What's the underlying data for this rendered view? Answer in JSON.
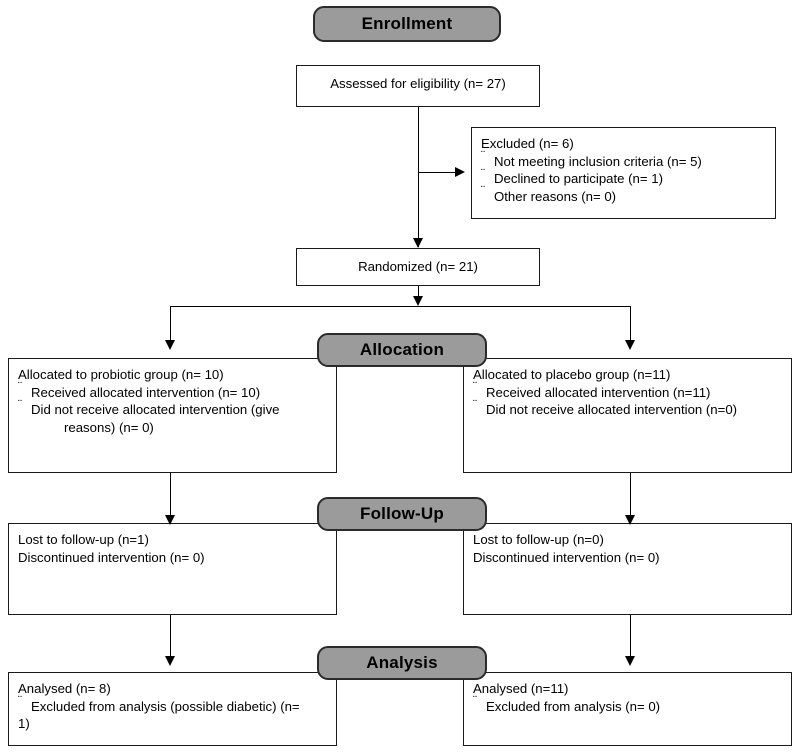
{
  "diagram": {
    "title": "CONSORT participant flow diagram",
    "colors": {
      "stage_fill": "#9b9b9b",
      "stage_border": "#2b2b2b",
      "box_border": "#1a1a1a",
      "line": "#000000",
      "background": "#ffffff"
    },
    "bullet_marker": "¨"
  },
  "stages": {
    "enrollment": "Enrollment",
    "allocation": "Allocation",
    "followup": "Follow-Up",
    "analysis": "Analysis"
  },
  "boxes": {
    "assessed": {
      "line1": "Assessed for eligibility (n= 27)"
    },
    "excluded": {
      "heading": "Excluded (n= 6)",
      "items": [
        "Not meeting inclusion criteria (n= 5)",
        "Declined to participate (n= 1)",
        "Other reasons (n= 0)"
      ]
    },
    "randomized": {
      "line1": "Randomized (n= 21)"
    },
    "alloc_left": {
      "heading": "Allocated to probiotic group (n= 10)",
      "item1": "Received allocated intervention (n= 10)",
      "item2": "Did not receive allocated intervention (give",
      "item2_cont": "reasons) (n= 0)"
    },
    "alloc_right": {
      "heading": "Allocated to placebo group (n=11)",
      "item1": "Received allocated intervention (n=11)",
      "item2": "Did not receive allocated intervention (n=0)"
    },
    "follow_left": {
      "line1": "Lost to follow-up (n=1)",
      "line2": "Discontinued intervention (n= 0)"
    },
    "follow_right": {
      "line1": "Lost to follow-up (n=0)",
      "line2": "Discontinued intervention (n= 0)"
    },
    "analysis_left": {
      "heading": "Analysed (n= 8)",
      "item1": "Excluded from analysis (possible diabetic) (n=",
      "item1_cont": "1)"
    },
    "analysis_right": {
      "heading": "Analysed (n=11)",
      "item1": "Excluded from analysis (n= 0)"
    }
  }
}
